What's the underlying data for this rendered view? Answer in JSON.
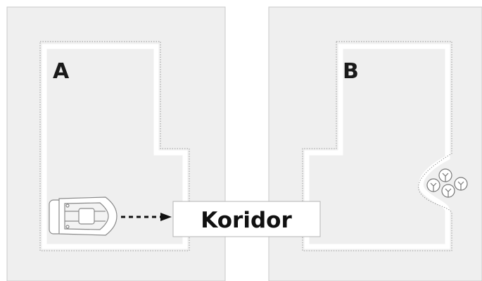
{
  "zones": {
    "a": {
      "label": "A"
    },
    "b": {
      "label": "B"
    }
  },
  "corridor": {
    "label": "Koridor"
  },
  "colors": {
    "lawn": "#efefef",
    "lawn_border": "#c4c4c4",
    "boundary_wire": "#ffffff",
    "dotted_edge": "#9a9a9a",
    "text": "#111111",
    "arrow": "#111111"
  },
  "icons": {
    "mower": "robotic-mower-icon",
    "trees": "tree-cluster-icon",
    "arrow": "dashed-arrow-icon"
  }
}
